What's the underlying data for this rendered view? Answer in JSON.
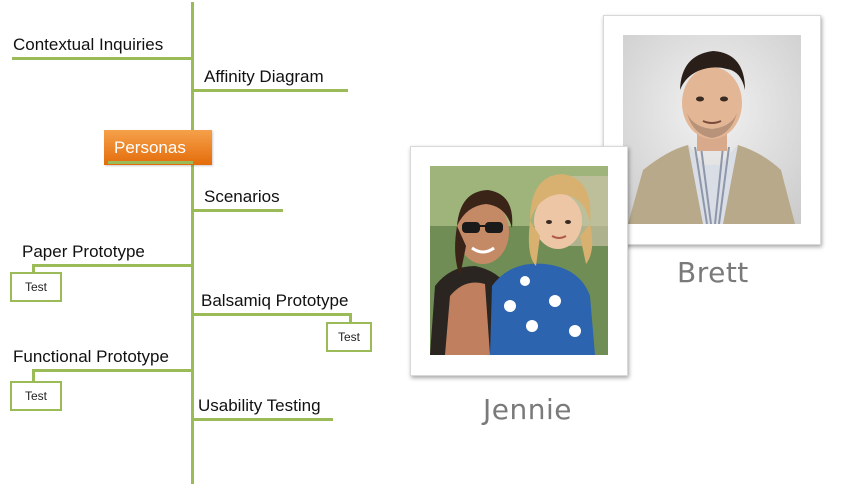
{
  "process": {
    "contextual_inquiries": "Contextual  Inquiries",
    "affinity_diagram": "Affinity Diagram",
    "personas": "Personas",
    "scenarios": "Scenarios",
    "paper_prototype": "Paper Prototype",
    "balsamiq_prototype": "Balsamiq Prototype",
    "functional_prototype": "Functional Prototype",
    "usability_testing": "Usability Testing",
    "test_label": "Test"
  },
  "personas": {
    "brett": "Brett",
    "jennie": "Jennie"
  },
  "colors": {
    "line": "#9bbb59",
    "persona_highlight": "#e46c0a",
    "name_text": "#7a7a7a"
  }
}
